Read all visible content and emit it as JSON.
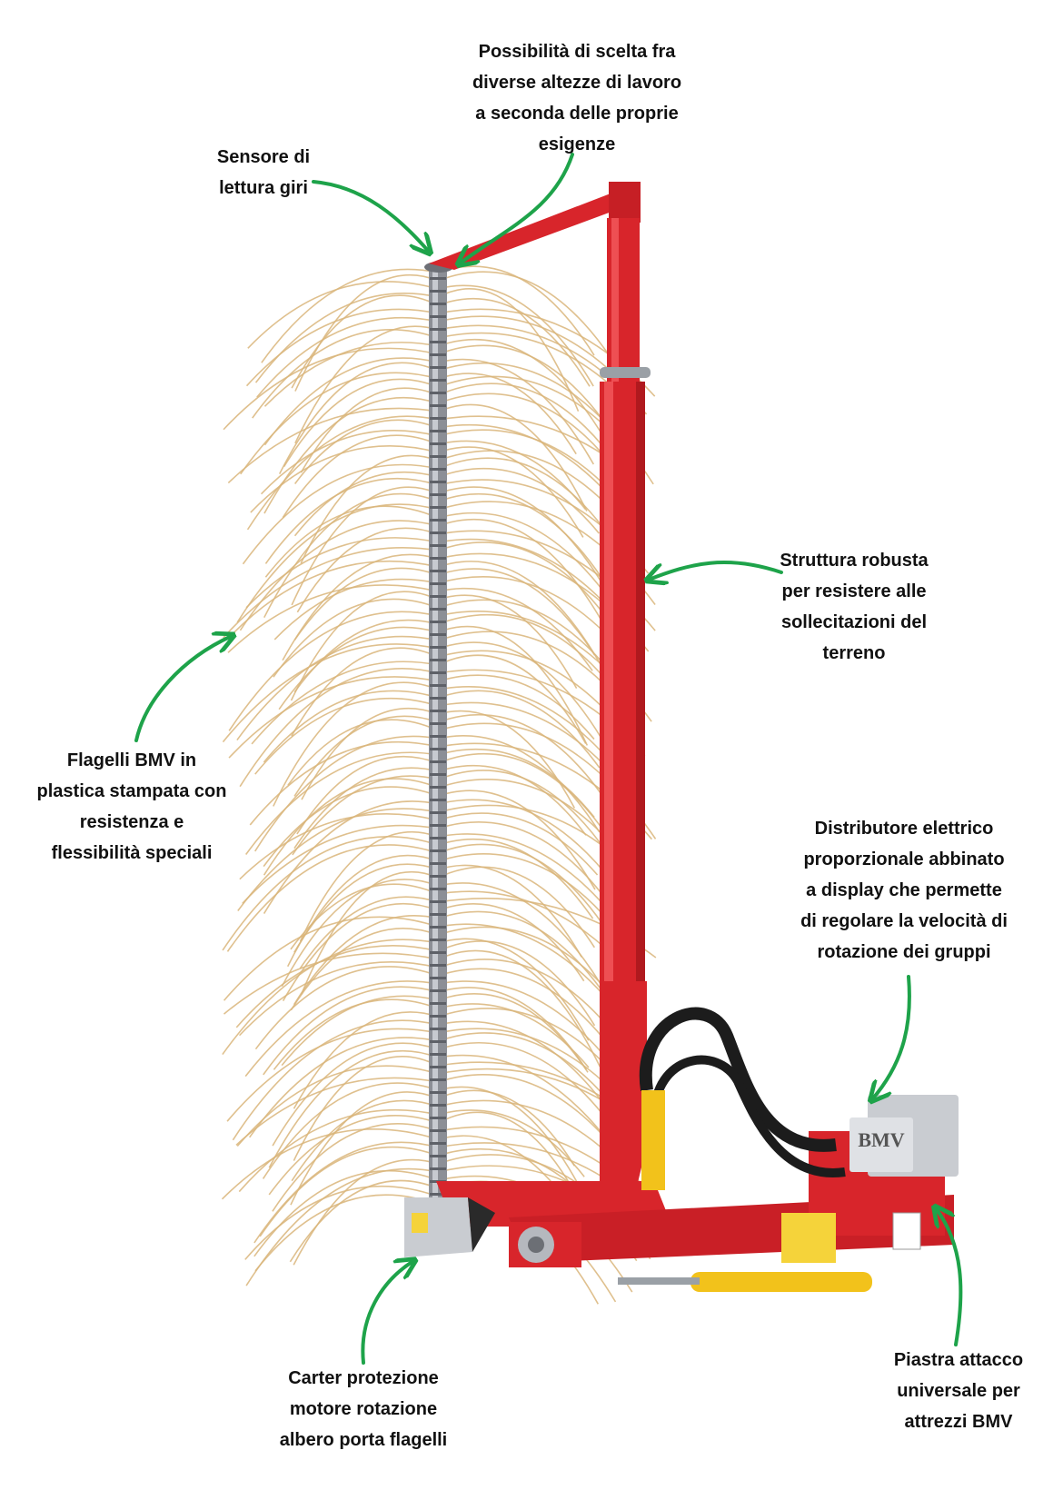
{
  "labels": {
    "height_choice": [
      "Possibilità di scelta fra",
      "diverse altezze di lavoro",
      "a seconda delle proprie",
      "esigenze"
    ],
    "sensor": [
      "Sensore di",
      "lettura giri"
    ],
    "structure": [
      "Struttura robusta",
      "per resistere alle",
      "sollecitazioni del",
      "terreno"
    ],
    "flails": [
      "Flagelli BMV  in",
      "plastica stampata con",
      "resistenza e",
      "flessibilità speciali"
    ],
    "distributor": [
      "Distributore elettrico",
      "proporzionale abbinato",
      "a display che permette",
      "di regolare la velocità di",
      "rotazione dei gruppi"
    ],
    "carter": [
      "Carter protezione",
      "motore rotazione",
      "albero porta flagelli"
    ],
    "plate": [
      "Piastra attacco",
      "universale per",
      "attrezzi BMV"
    ]
  },
  "machine": {
    "brand_plate": "BMV"
  },
  "colors": {
    "frame_red": "#d8252b",
    "frame_red_dark": "#a8161b",
    "arrow_green": "#1ea34a",
    "flail_tan": "#d9b57a",
    "shaft_grey": "#7d8088",
    "cylinder_yellow": "#f2c21b",
    "hose_black": "#1c1c1c",
    "box_grey": "#c9ccd1"
  }
}
